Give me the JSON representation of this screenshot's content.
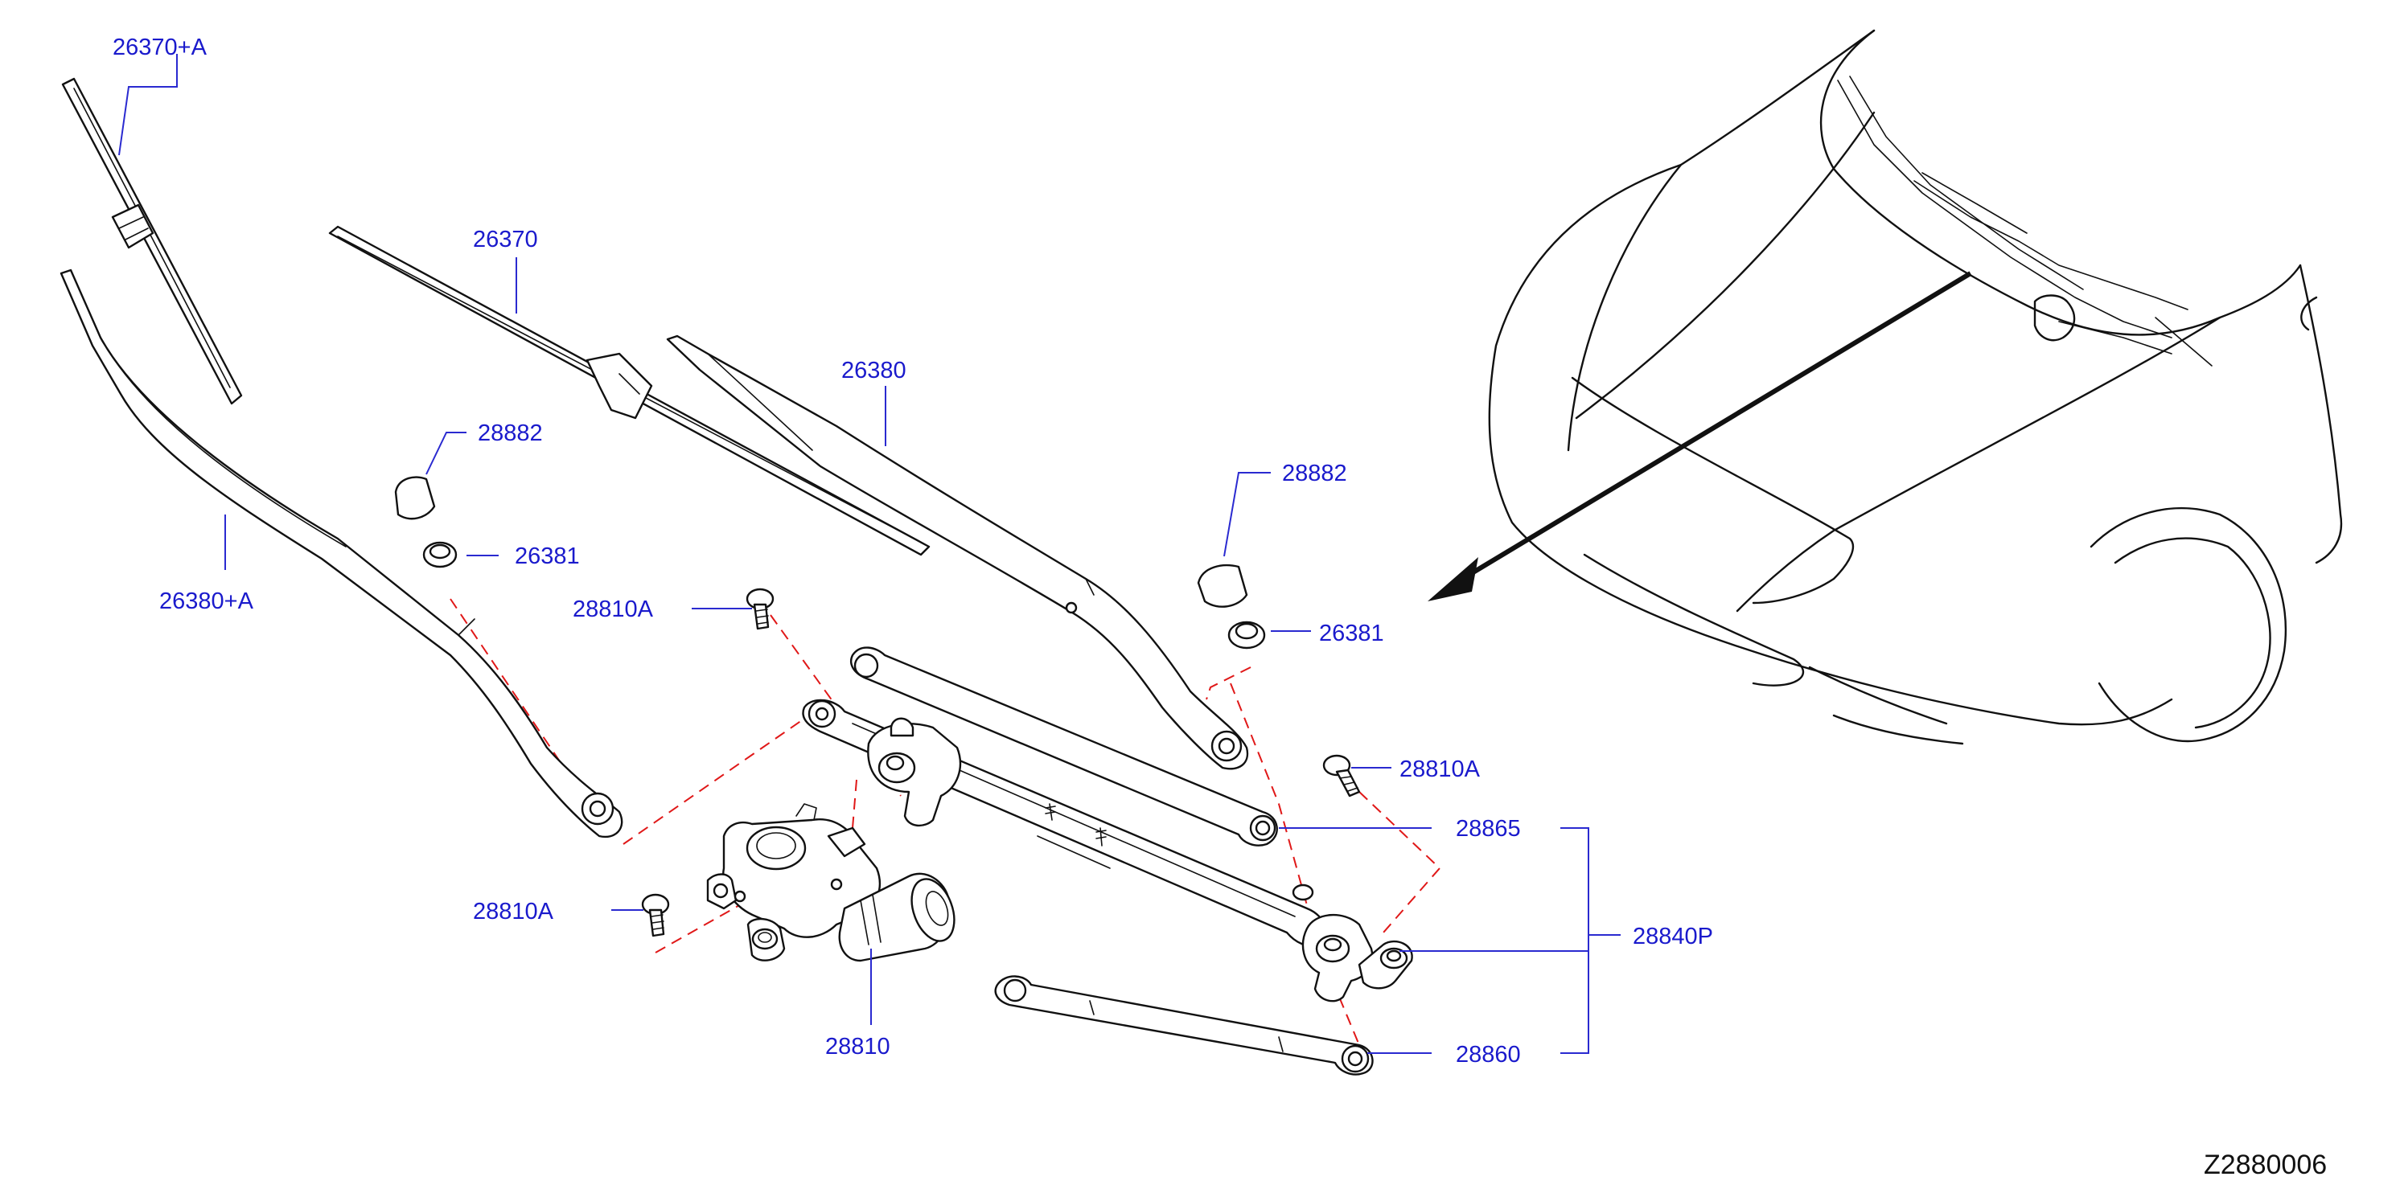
{
  "diagram": {
    "reference_code": "Z2880006",
    "colors": {
      "label": "#1a1acc",
      "leader": "#2a2ad0",
      "alignment_dash": "#e01818",
      "line_art": "#111111"
    },
    "parts": [
      {
        "id": "wiper-blade-passenger",
        "label": "26370+A"
      },
      {
        "id": "wiper-blade-driver",
        "label": "26370"
      },
      {
        "id": "wiper-arm-driver",
        "label": "26380"
      },
      {
        "id": "wiper-arm-passenger",
        "label": "26380+A"
      },
      {
        "id": "pivot-cap-left",
        "label": "28882"
      },
      {
        "id": "pivot-cap-right",
        "label": "28882"
      },
      {
        "id": "pivot-nut-left",
        "label": "26381"
      },
      {
        "id": "pivot-nut-right",
        "label": "26381"
      },
      {
        "id": "bolt-upper-left",
        "label": "28810A"
      },
      {
        "id": "bolt-upper-right",
        "label": "28810A"
      },
      {
        "id": "bolt-lower-left",
        "label": "28810A"
      },
      {
        "id": "link-rod-upper",
        "label": "28865"
      },
      {
        "id": "linkage-assembly",
        "label": "28840P"
      },
      {
        "id": "link-rod-lower",
        "label": "28860"
      },
      {
        "id": "wiper-motor",
        "label": "28810"
      }
    ]
  }
}
